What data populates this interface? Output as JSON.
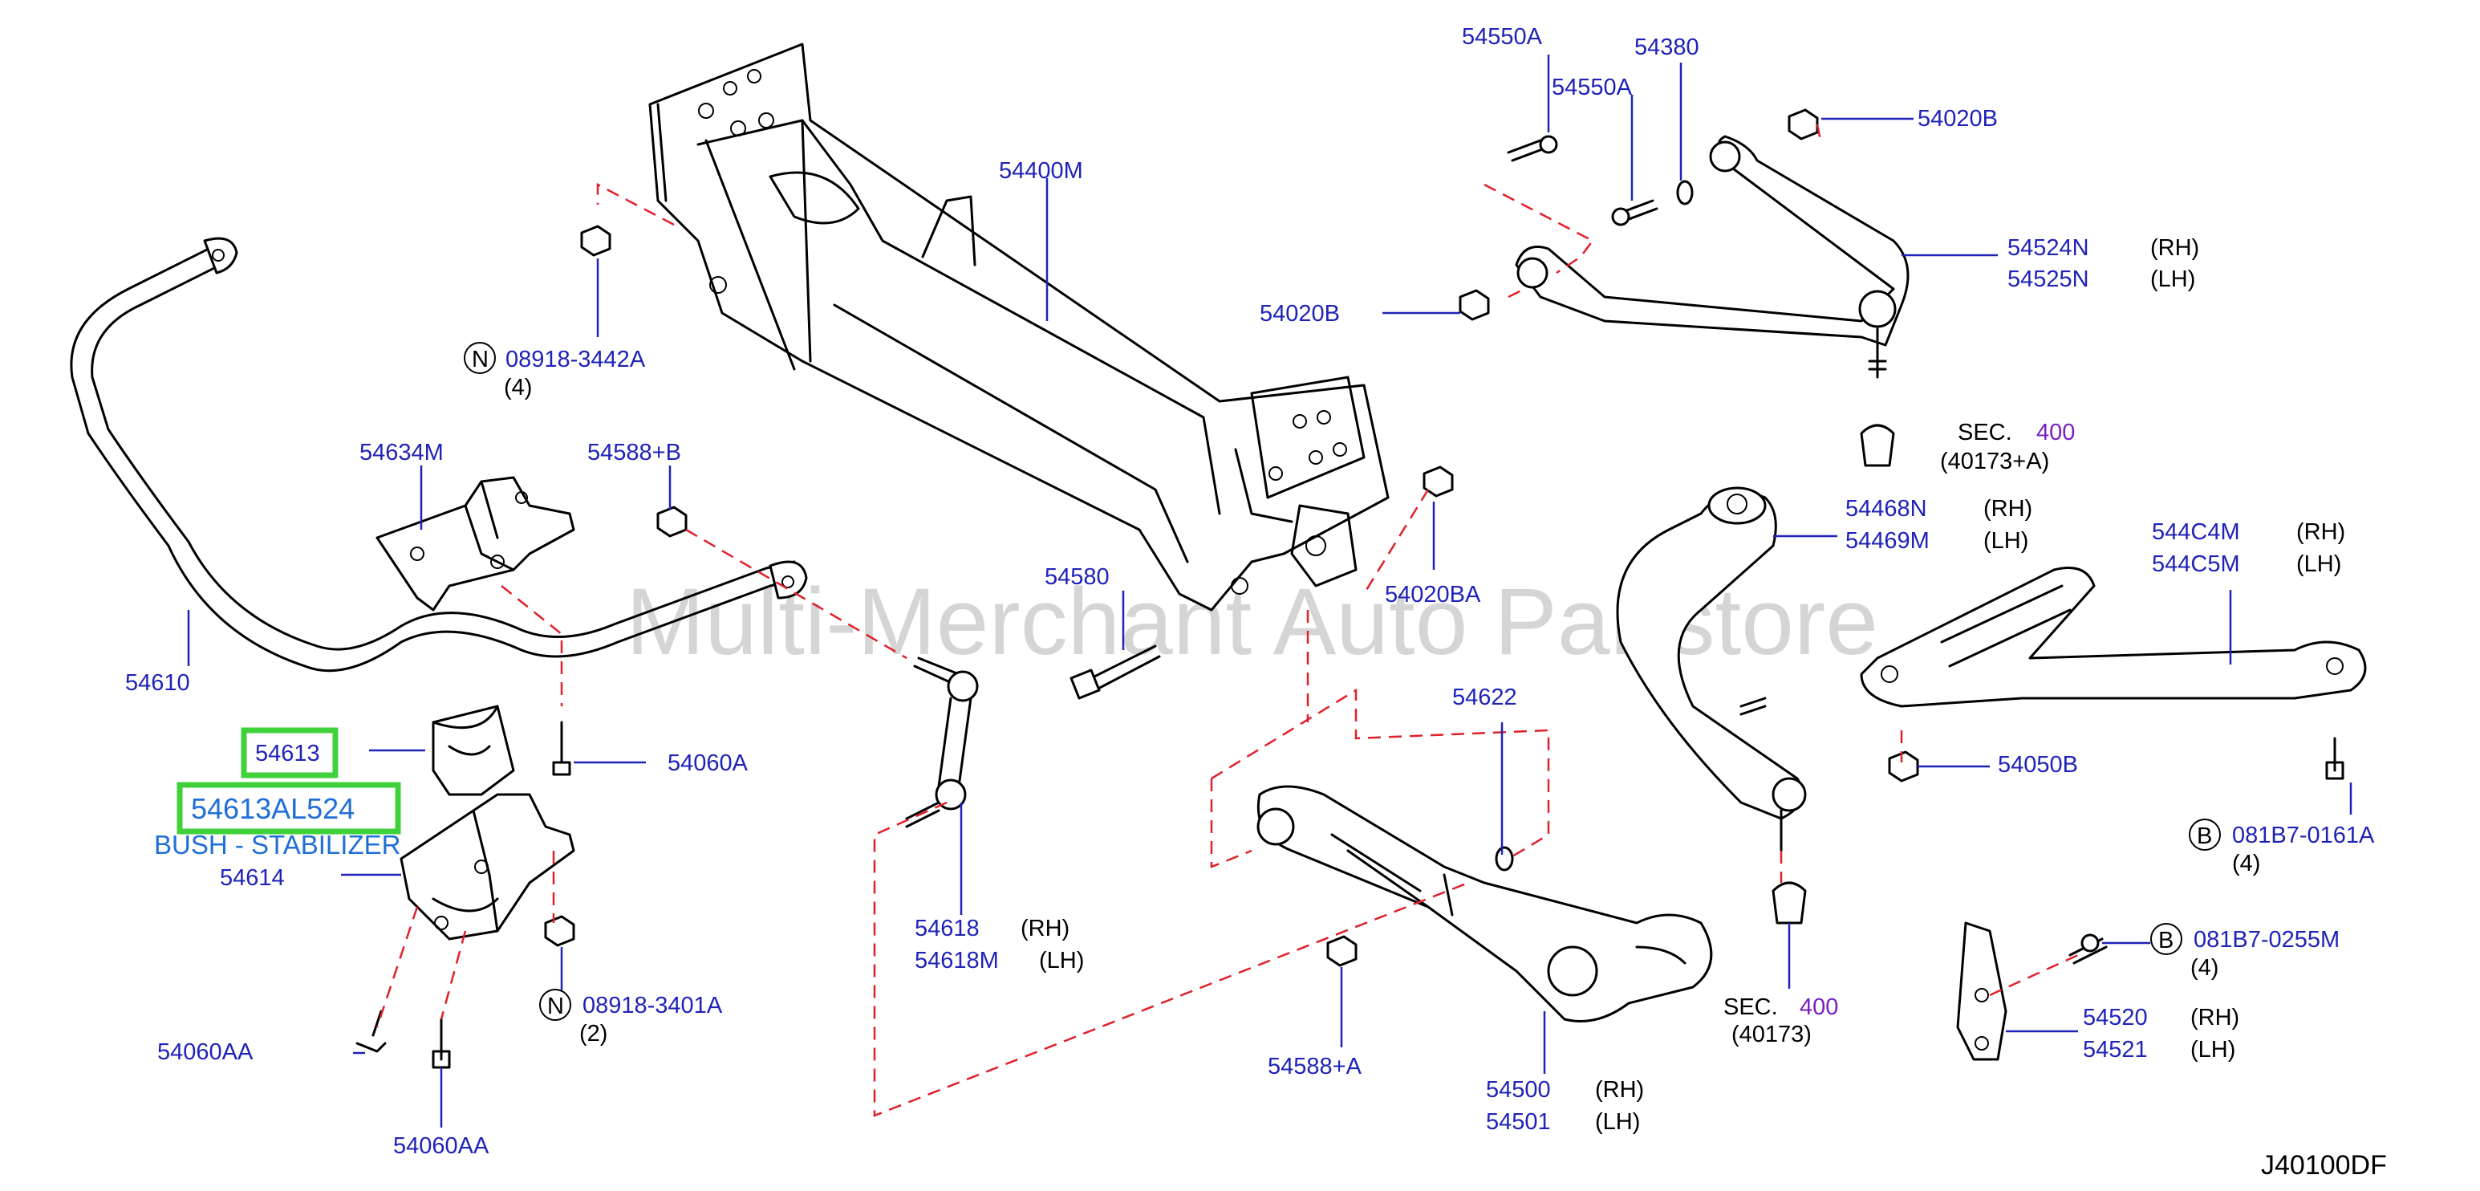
{
  "watermark": "Multi-Merchant Auto Partstore",
  "diagram_code": "J40100DF",
  "highlight": {
    "part_no": "54613",
    "full_part_no": "54613AL524",
    "description": "BUSH - STABILIZER"
  },
  "labels": {
    "p54550A_1": "54550A",
    "p54550A_2": "54550A",
    "p54380": "54380",
    "p54020B_1": "54020B",
    "p54524N": "54524N",
    "p54525N": "54525N",
    "p54020B_2": "54020B",
    "sec_1": "SEC.",
    "sec_1_num": "400",
    "sec_1_ref": "(40173+A)",
    "p54400M": "54400M",
    "n_08918_3442A": "08918-3442A",
    "qty_4a": "(4)",
    "p54634M": "54634M",
    "p54588B": "54588+B",
    "p54468N": "54468N",
    "p54469M": "54469M",
    "p544C4M": "544C4M",
    "p544C5M": "544C5M",
    "p54580": "54580",
    "p54020BA": "54020BA",
    "p54610": "54610",
    "p54060A": "54060A",
    "p54622": "54622",
    "p54050B": "54050B",
    "p54614": "54614",
    "b_081B7_0161A": "081B7-0161A",
    "qty_4b": "(4)",
    "p54618": "54618",
    "p54618M": "54618M",
    "b_081B7_0255M": "081B7-0255M",
    "qty_4c": "(4)",
    "n_08918_3401A": "08918-3401A",
    "qty_2": "(2)",
    "p54060AA_1": "54060AA",
    "p54588A": "54588+A",
    "sec_2": "SEC.",
    "sec_2_num": "400",
    "sec_2_ref": "(40173)",
    "p54520": "54520",
    "p54521": "54521",
    "p54500": "54500",
    "p54501": "54501",
    "p54060AA_2": "54060AA",
    "rh": "(RH)",
    "lh": "(LH)",
    "circle_n": "N",
    "circle_b": "B"
  }
}
